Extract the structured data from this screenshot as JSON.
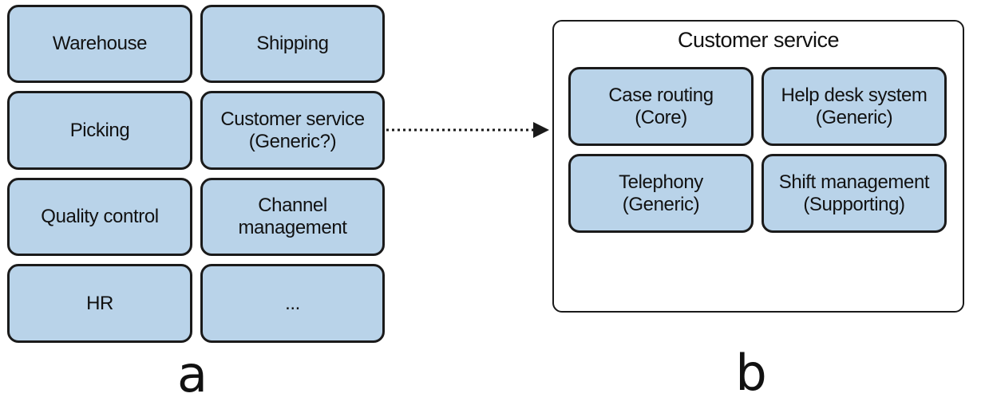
{
  "diagram_a": {
    "label": "a",
    "boxes": [
      "Warehouse",
      "Shipping",
      "Picking",
      "Customer service\n(Generic?)",
      "Quality control",
      "Channel\nmanagement",
      "HR",
      "..."
    ]
  },
  "diagram_b": {
    "label": "b",
    "title": "Customer service",
    "boxes": [
      "Case routing\n(Core)",
      "Help desk system\n(Generic)",
      "Telephony\n(Generic)",
      "Shift management\n(Supporting)"
    ]
  },
  "colors": {
    "box_fill": "#b9d3e9",
    "border": "#1a1a1a",
    "text": "#111111",
    "background": "#ffffff"
  }
}
